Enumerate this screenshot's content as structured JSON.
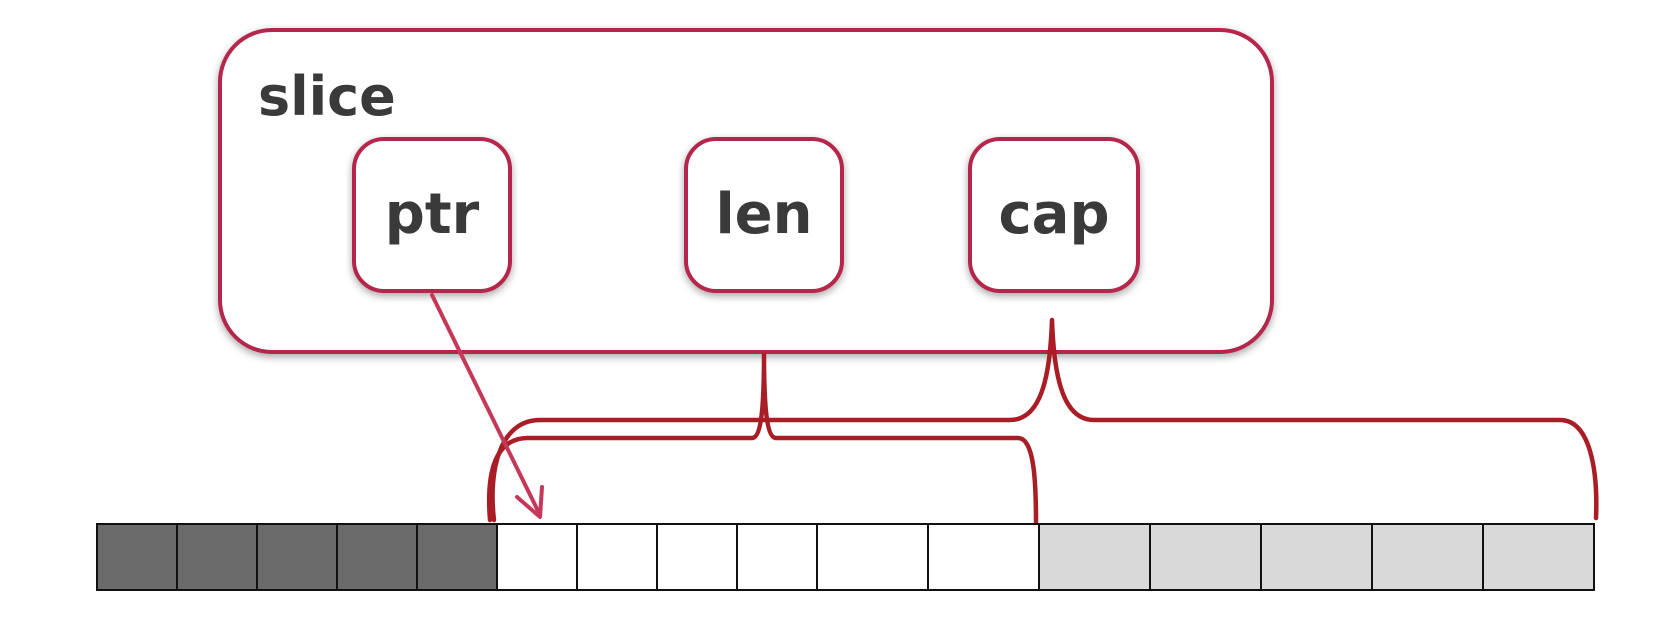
{
  "diagram": {
    "container_label": "slice",
    "fields": {
      "ptr": "ptr",
      "len": "len",
      "cap": "cap"
    },
    "array": {
      "cells": [
        {
          "state": "before-slice"
        },
        {
          "state": "before-slice"
        },
        {
          "state": "before-slice"
        },
        {
          "state": "before-slice"
        },
        {
          "state": "before-slice"
        },
        {
          "state": "in-len"
        },
        {
          "state": "in-len"
        },
        {
          "state": "in-len"
        },
        {
          "state": "in-len"
        },
        {
          "state": "in-len"
        },
        {
          "state": "in-len"
        },
        {
          "state": "in-cap-only"
        },
        {
          "state": "in-cap-only"
        },
        {
          "state": "in-cap-only"
        },
        {
          "state": "in-cap-only"
        },
        {
          "state": "in-cap-only"
        }
      ]
    },
    "colors": {
      "before-slice": "#6b6b6b",
      "in-len": "#ffffff",
      "in-cap-only": "#d9d9d9",
      "box_stroke": "#b5264c",
      "bracket_stroke": "#a81d26",
      "arrow_stroke": "#c6385a"
    }
  }
}
